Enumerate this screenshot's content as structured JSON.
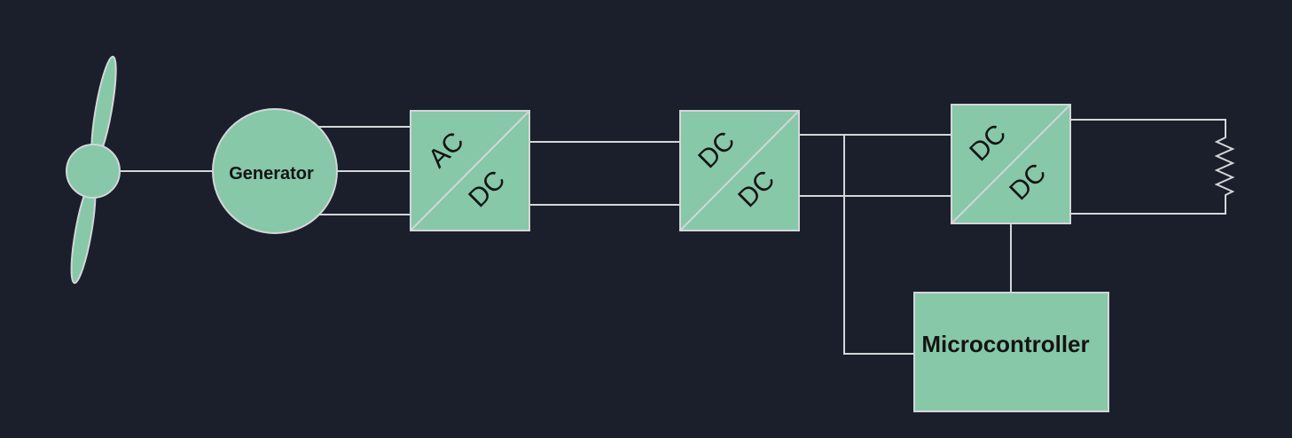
{
  "diagram": {
    "generator": {
      "label": "Generator"
    },
    "rectifier": {
      "top_label": "AC",
      "bottom_label": "DC"
    },
    "converter1": {
      "top_label": "DC",
      "bottom_label": "DC"
    },
    "converter2": {
      "top_label": "DC",
      "bottom_label": "DC"
    },
    "controller": {
      "label": "Microcontroller"
    }
  },
  "colors": {
    "background": "#1b1f2b",
    "block_fill": "#86c8a8",
    "line": "#d4d6d8",
    "text": "#141414"
  },
  "icons": {
    "turbine": "wind-turbine-icon",
    "load": "resistor-icon"
  }
}
